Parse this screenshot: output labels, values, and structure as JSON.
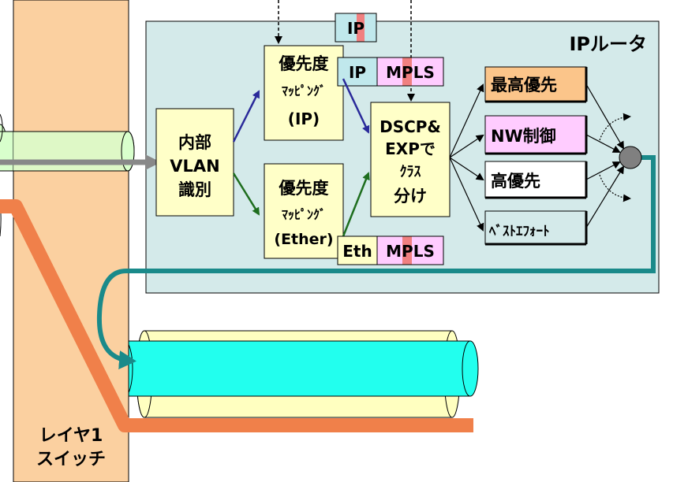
{
  "router": {
    "title": "IPルータ"
  },
  "switch": {
    "line1": "レイヤ1",
    "line2": "スイッチ"
  },
  "internal_vlan": {
    "lines": [
      "内部",
      "VLAN",
      "識別"
    ]
  },
  "mapping_ip": {
    "lines": [
      "優先度",
      "ﾏｯﾋﾟﾝｸﾞ",
      "(IP)"
    ]
  },
  "mapping_ether": {
    "lines": [
      "優先度",
      "ﾏｯﾋﾟﾝｸﾞ",
      "(Ether)"
    ]
  },
  "classifier": {
    "lines": [
      "DSCP&",
      "EXPで",
      "ｸﾗｽ",
      "分け"
    ]
  },
  "labels": {
    "ip_top": "IP",
    "ip_hdr": "IP",
    "mpls_top": "MPLS",
    "eth_hdr": "Eth",
    "mpls_bottom": "MPLS"
  },
  "queues": [
    "最高優先",
    "NW制御",
    "高優先",
    "ﾍﾞｽﾄｴﾌｫｰﾄ"
  ],
  "colors": {
    "router_bg": "#d4eaea",
    "switch_bg": "#fbd0a0",
    "box_bg": "#ffffc8",
    "header_bg": "#c0e8ec",
    "mpls_bg": "#ffccff",
    "mpls_stripe": "#f08080",
    "highest_bg": "#fbc58a",
    "nw_bg": "#ffccff",
    "orange_path": "#f0804a",
    "teal_path": "#1a8a8a",
    "cyan_pipe": "#22ffee",
    "pale_pipe": "#ffffc0",
    "light_green_pipe": "#d8ffcc",
    "arrow_blue": "#2a2a9a",
    "arrow_green": "#1e6e1e"
  }
}
